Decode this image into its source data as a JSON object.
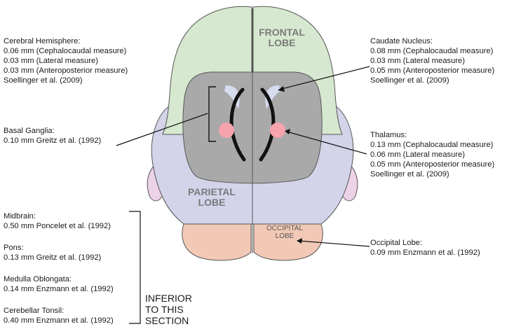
{
  "lobes": {
    "frontal": [
      "FRONTAL",
      "LOBE"
    ],
    "parietal": [
      "PARIETAL",
      "LOBE"
    ],
    "occipital": [
      "OCCIPITAL",
      "LOBE"
    ]
  },
  "annotations": {
    "cerebral_hemisphere": [
      "Cerebral Hemisphere:",
      "0.06 mm (Cephalocaudal measure)",
      "0.03 mm (Lateral measure)",
      "0.03 mm (Anteroposterior measure)",
      "Soellinger et al. (2009)"
    ],
    "basal_ganglia": [
      "Basal Ganglia:",
      "0.10 mm Greitz et al. (1992)"
    ],
    "caudate_nucleus": [
      "Caudate Nucleus:",
      "0.08 mm (Cephalocaudal measure)",
      "0.03 mm (Lateral measure)",
      "0.05 mm (Anteroposterior measure)",
      "Soellinger et al. (2009)"
    ],
    "thalamus": [
      "Thalamus:",
      "0.13 mm (Cephalocaudal measure)",
      "0.06 mm (Lateral measure)",
      "0.05 mm (Anteroposterior measure)",
      "Soellinger et al. (2009)"
    ],
    "occipital_lobe": [
      "Occipital Lobe:",
      "0.09 mm Enzmann et al. (1992)"
    ],
    "midbrain": [
      "Midbrain:",
      "0.50 mm Poncelet et al. (1992)"
    ],
    "pons": [
      "Pons:",
      "0.13 mm Greitz et al. (1992)"
    ],
    "medulla_oblongata": [
      "Medulla Oblongata:",
      "0.14 mm Enzmann et al. (1992)"
    ],
    "cerebellar_tonsil": [
      "Cerebellar Tonsil:",
      "0.40 mm Enzmann et al. (1992)"
    ]
  },
  "inferior_label": [
    "INFERIOR",
    "TO THIS",
    "SECTION"
  ],
  "colors": {
    "frontal": "#d6e8cf",
    "parietal": "#d3d4ea",
    "occipital": "#f2c9b6",
    "temporal": "#ecd2e6",
    "central": "#a9a9a9",
    "ventricle": "#d7dcef",
    "thalamus": "#f7a3ae",
    "outline": "#555555"
  }
}
